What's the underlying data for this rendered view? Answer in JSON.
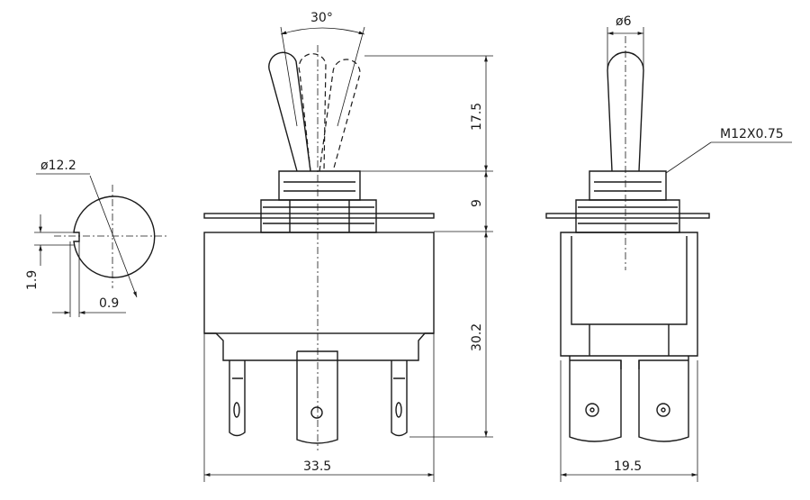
{
  "title": "Toggle switch dimension drawing",
  "labels": {
    "angle": "30°",
    "lever_diameter": "ø6",
    "lever_height": "17.5",
    "thread": "M12X0.75",
    "bushing_height": "9",
    "body_height": "30.2",
    "panel_hole": "ø12.2",
    "key_height": "1.9",
    "key_depth": "0.9",
    "body_width": "33.5",
    "body_depth": "19.5"
  },
  "colors": {
    "line": "#1a1a1a",
    "background": "#ffffff"
  }
}
